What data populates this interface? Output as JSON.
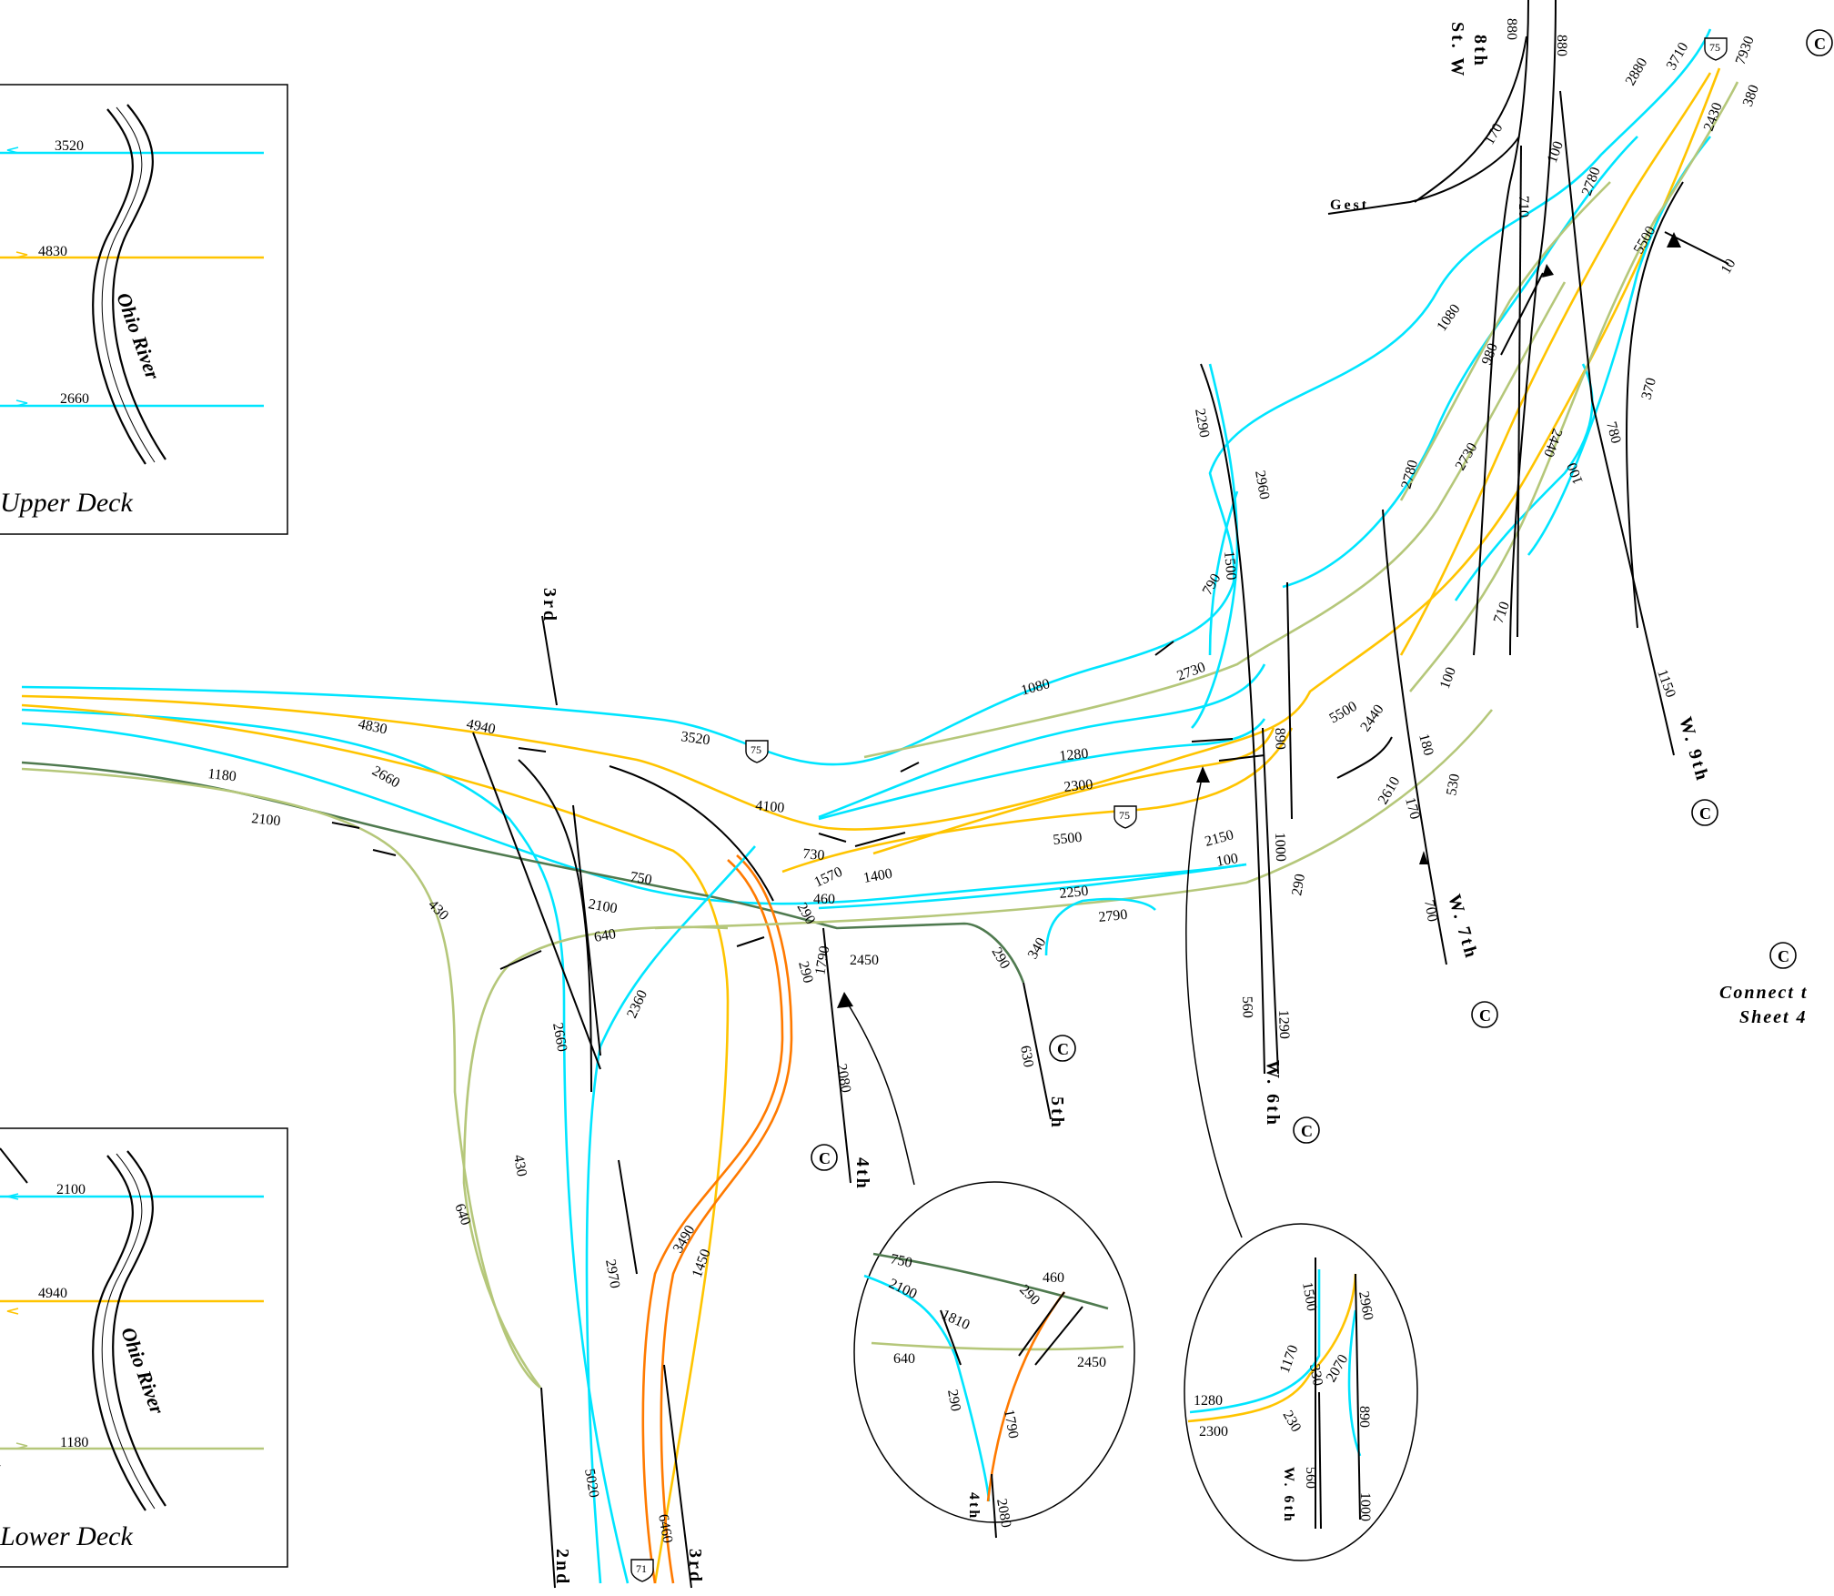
{
  "colors": {
    "cyan": "#00e5ff",
    "yellow": "#ffc400",
    "light_green": "#b5c77a",
    "dark_green": "#4f7a4f",
    "orange": "#ff7a00",
    "line": "#000000"
  },
  "insets": {
    "upper": {
      "title": "Upper Deck",
      "river": "Ohio River",
      "volumes": [
        "3520",
        "4830",
        "2660"
      ]
    },
    "lower": {
      "title": "Lower Deck",
      "river": "Ohio River",
      "volumes": [
        "2100",
        "4940",
        "1180"
      ]
    }
  },
  "streets": {
    "third_top": "3rd",
    "eighth": "8th",
    "eighth_st": "St. W",
    "gest": "Gest",
    "w_sixth": "W. 6th",
    "w_seventh": "W. 7th",
    "w_ninth": "W. 9th",
    "fifth": "5th",
    "fourth": "4th",
    "second": "2nd",
    "third_bottom": "3rd"
  },
  "shields": [
    "75",
    "75",
    "75",
    "71"
  ],
  "connector": {
    "letter": "C",
    "note_line1": "Connect t",
    "note_line2": "Sheet 4"
  },
  "labels": {
    "l3520": "3520",
    "l4940": "4940",
    "l4830": "4830",
    "l2660": "2660",
    "l1180": "1180",
    "l2100": "2100",
    "l4100": "4100",
    "l730": "730",
    "l1570": "1570",
    "l1400": "1400",
    "l460": "460",
    "l290a": "290",
    "l290b": "290",
    "l1790": "1790",
    "l2450": "2450",
    "l750": "750",
    "l2100b": "2100",
    "l640": "640",
    "l430a": "430",
    "l430b": "430",
    "l640b": "640",
    "l2360": "2360",
    "l2660b": "2660",
    "l2970": "2970",
    "l5020": "5020",
    "l3490": "3490",
    "l1450": "1450",
    "l6460": "6460",
    "l2080": "2080",
    "l1080a": "1080",
    "l2730a": "2730",
    "l1280": "1280",
    "l2300": "2300",
    "l5500a": "5500",
    "l2250": "2250",
    "l2790": "2790",
    "l2150": "2150",
    "l100a": "100",
    "l290c": "290",
    "l340": "340",
    "l630": "630",
    "l790": "790",
    "l1500": "1500",
    "l2290": "2290",
    "l2960": "2960",
    "l890": "890",
    "l1000": "1000",
    "l290d": "290",
    "l560": "560",
    "l1290": "1290",
    "l5500b": "5500",
    "l2440a": "2440",
    "l2610": "2610",
    "l170a": "170",
    "l700": "700",
    "l530": "530",
    "l180": "180",
    "l100b": "100",
    "l710a": "710",
    "l2780a": "2780",
    "l2730b": "2730",
    "l1080b": "1080",
    "l980": "980",
    "l710b": "710",
    "l2440b": "2440",
    "l100c": "100",
    "l780": "780",
    "l370": "370",
    "l1150": "1150",
    "l5500c": "5500",
    "l10": "10",
    "l2430": "2430",
    "l380": "380",
    "l7930": "7930",
    "l3710": "3710",
    "l2880": "2880",
    "l100d": "100",
    "l2780b": "2780",
    "l170b": "170",
    "l880a": "880",
    "l880b": "880"
  },
  "detail_4th": {
    "labels": [
      "750",
      "460",
      "2100",
      "1810",
      "290",
      "640",
      "2450",
      "290",
      "1790",
      "2080"
    ],
    "street": "4th"
  },
  "detail_6th": {
    "labels": [
      "1500",
      "2960",
      "1170",
      "330",
      "2070",
      "1280",
      "2300",
      "230",
      "890",
      "560",
      "1000"
    ],
    "street": "W. 6th"
  }
}
